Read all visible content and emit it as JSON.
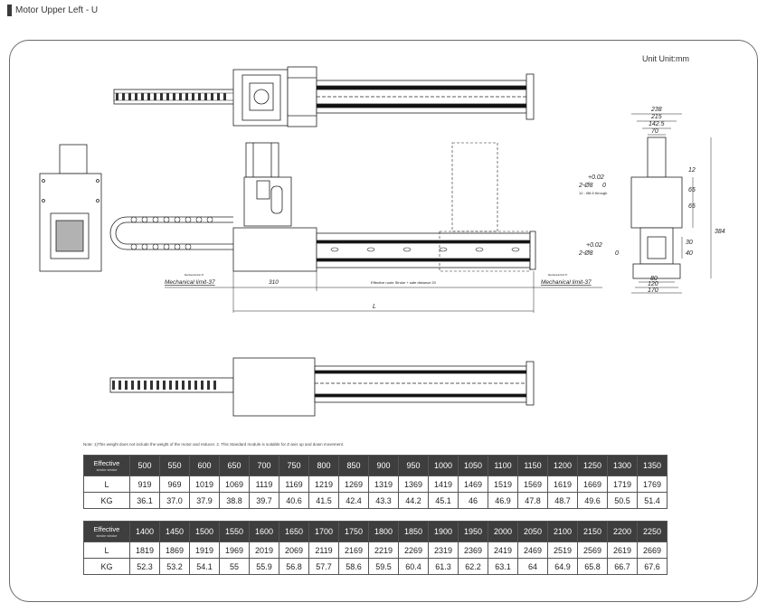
{
  "header": {
    "title": "Motor Upper Left - U"
  },
  "unit_label": "Unit Unit:mm",
  "drawing": {
    "mechanical_limit_left": "Mechanical limit-37",
    "mechanical_limit_right": "Mechanical limit-37",
    "dim_310": "310",
    "effective_route": "Effective route Stroke + safe distance 20",
    "dim_L": "L",
    "small_note_left": "Mechanical limit 37",
    "small_note_right": "Mechanical limit 37",
    "dims_side": {
      "d238": "238",
      "d215": "215",
      "d142": "142.5",
      "d70": "70",
      "d12": "12",
      "d65a": "65",
      "d65b": "65",
      "d384": "384",
      "hole_top": "2-Ø8",
      "tol_top": "+0.02",
      "tol_top_b": "0",
      "through": "12 - Ø8.5 through",
      "hole_bot": "2-Ø8",
      "tol_bot": "+0.02",
      "tol_bot_b": "0",
      "d80": "80",
      "d120": "120",
      "d170": "170",
      "d30": "30",
      "d40": "40"
    }
  },
  "note": "Note: 1)This weight does not include the weight of the motor and reducer. 2. This Standard module is suitable for Z-axis up and down movement.",
  "table_rows": {
    "effective_label": "Effective",
    "effective_sub": "stroke stroke",
    "L_label": "L",
    "KG_label": "KG"
  },
  "table1": {
    "effective": [
      "500",
      "550",
      "600",
      "650",
      "700",
      "750",
      "800",
      "850",
      "900",
      "950",
      "1000",
      "1050",
      "1100",
      "1150",
      "1200",
      "1250",
      "1300",
      "1350"
    ],
    "L": [
      "919",
      "969",
      "1019",
      "1069",
      "1119",
      "1169",
      "1219",
      "1269",
      "1319",
      "1369",
      "1419",
      "1469",
      "1519",
      "1569",
      "1619",
      "1669",
      "1719",
      "1769"
    ],
    "KG": [
      "36.1",
      "37.0",
      "37.9",
      "38.8",
      "39.7",
      "40.6",
      "41.5",
      "42.4",
      "43.3",
      "44.2",
      "45.1",
      "46",
      "46.9",
      "47.8",
      "48.7",
      "49.6",
      "50.5",
      "51.4"
    ]
  },
  "table2": {
    "effective": [
      "1400",
      "1450",
      "1500",
      "1550",
      "1600",
      "1650",
      "1700",
      "1750",
      "1800",
      "1850",
      "1900",
      "1950",
      "2000",
      "2050",
      "2100",
      "2150",
      "2200",
      "2250"
    ],
    "L": [
      "1819",
      "1869",
      "1919",
      "1969",
      "2019",
      "2069",
      "2119",
      "2169",
      "2219",
      "2269",
      "2319",
      "2369",
      "2419",
      "2469",
      "2519",
      "2569",
      "2619",
      "2669"
    ],
    "KG": [
      "52.3",
      "53.2",
      "54.1",
      "55",
      "55.9",
      "56.8",
      "57.7",
      "58.6",
      "59.5",
      "60.4",
      "61.3",
      "62.2",
      "63.1",
      "64",
      "64.9",
      "65.8",
      "66.7",
      "67.6"
    ]
  },
  "colors": {
    "table_header_bg": "#3e3e3e",
    "line": "#222222"
  }
}
